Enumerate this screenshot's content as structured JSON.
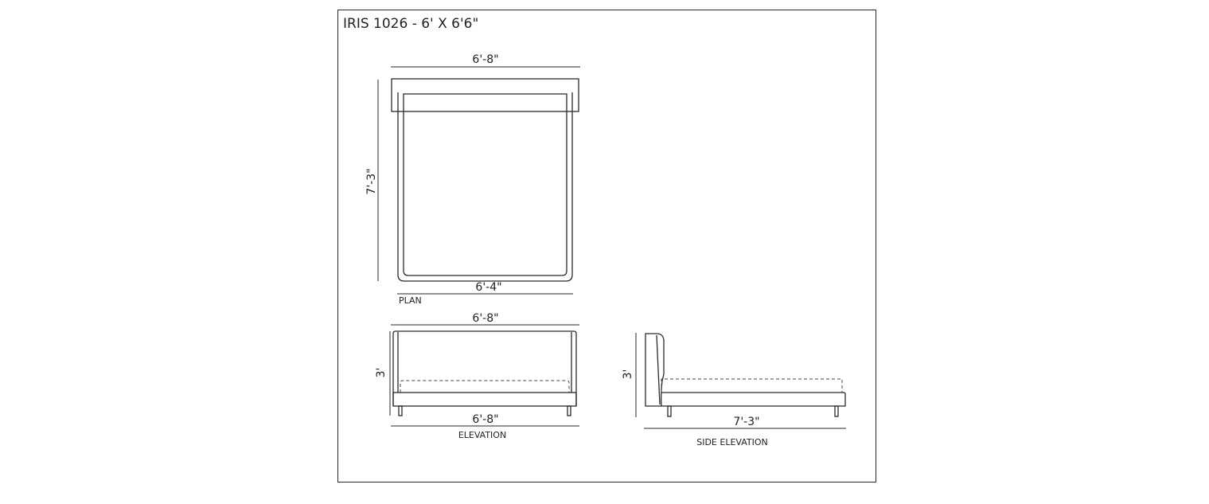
{
  "title": "IRIS 1026 - 6' X 6'6\"",
  "plan": {
    "caption": "PLAN",
    "width_top": "6'-8\"",
    "length": "7'-3\"",
    "width_bottom": "6'-4\""
  },
  "elevation": {
    "caption": "ELEVATION",
    "width_top": "6'-8\"",
    "height": "3'",
    "width_bottom": "6'-8\""
  },
  "side_elevation": {
    "caption": "SIDE ELEVATION",
    "height": "3'",
    "length": "7'-3\""
  }
}
